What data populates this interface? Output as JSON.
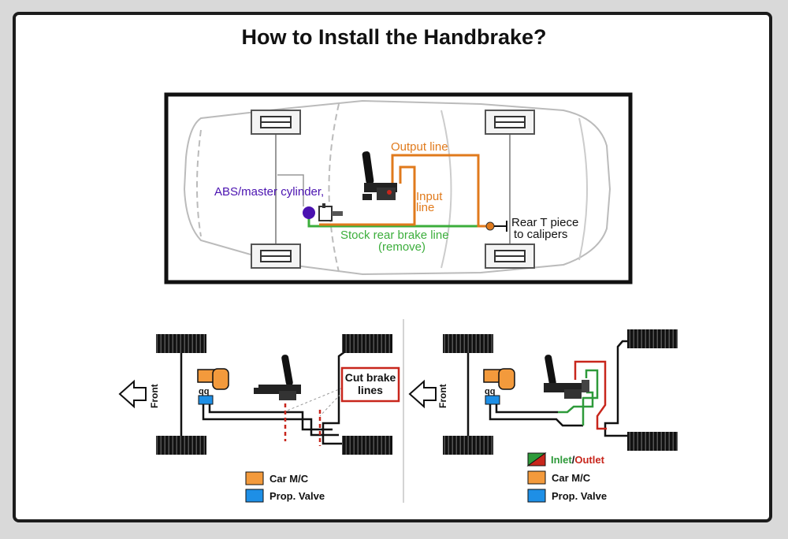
{
  "title": "How to Install the Handbrake?",
  "top_diagram": {
    "abs_label": "ABS/master cylinder,",
    "output_label": "Output line",
    "input_label_1": "Input",
    "input_label_2": "line",
    "stock_label": "Stock rear brake line",
    "remove_label": "(remove)",
    "rear_t_label_1": "Rear T piece",
    "rear_t_label_2": "to calipers"
  },
  "left_diagram": {
    "front_label": "Front",
    "cut_label_1": "Cut brake",
    "cut_label_2": "lines",
    "legend": [
      {
        "label": "Car M/C",
        "color": "#f39a3c"
      },
      {
        "label": "Prop. Valve",
        "color": "#1e8fe6"
      }
    ]
  },
  "right_diagram": {
    "front_label": "Front",
    "legend_inlet": "Inlet",
    "legend_sep": "/",
    "legend_outlet": "Outlet",
    "legend": [
      {
        "label": "Car M/C",
        "color": "#f39a3c"
      },
      {
        "label": "Prop. Valve",
        "color": "#1e8fe6"
      }
    ]
  },
  "colors": {
    "orange_line": "#e07a1c",
    "green_line": "#3cae3c",
    "abs_dot": "#4a12b0",
    "red": "#c8261c",
    "green_dark": "#2e9a3a"
  }
}
